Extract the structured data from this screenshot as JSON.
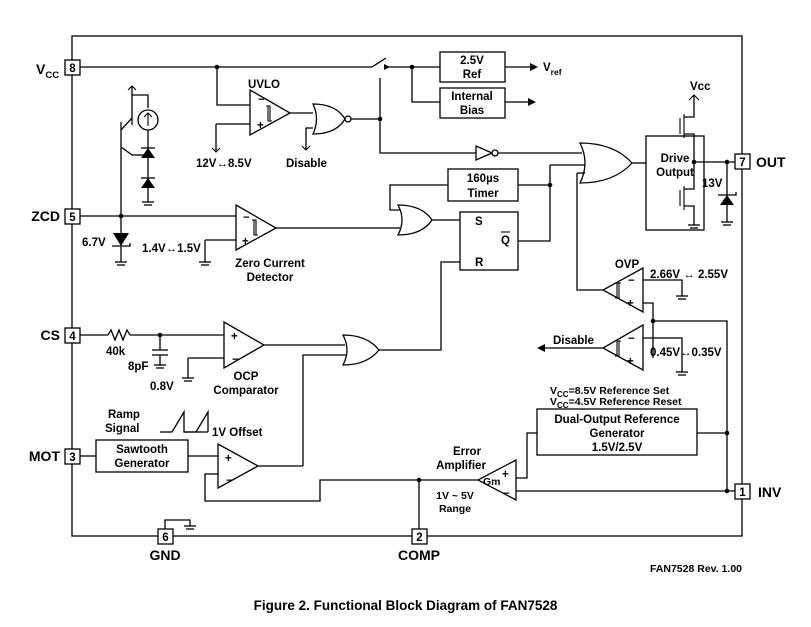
{
  "pins": {
    "vcc": {
      "name": "V",
      "sub": "CC",
      "number": "8"
    },
    "zcd": {
      "name": "ZCD",
      "number": "5"
    },
    "cs": {
      "name": "CS",
      "number": "4"
    },
    "mot": {
      "name": "MOT",
      "number": "3"
    },
    "gnd": {
      "name": "GND",
      "number": "6"
    },
    "comp": {
      "name": "COMP",
      "number": "2"
    },
    "out": {
      "name": "OUT",
      "number": "7"
    },
    "inv": {
      "name": "INV",
      "number": "1"
    }
  },
  "blocks": {
    "ref": {
      "line1": "2.5V",
      "line2": "Ref"
    },
    "vref": {
      "name": "V",
      "sub": "ref"
    },
    "bias": {
      "line1": "Internal",
      "line2": "Bias"
    },
    "timer": {
      "line1": "160µs",
      "line2": "Timer"
    },
    "drive": {
      "line1": "Drive",
      "line2": "Output"
    },
    "sawtooth": {
      "line1": "Sawtooth",
      "line2": "Generator"
    },
    "dual_ref": {
      "line1": "Dual-Output Reference",
      "line2": "Generator",
      "line3": "1.5V/2.5V"
    },
    "latch": {
      "s": "S",
      "r": "R",
      "q": "Q"
    }
  },
  "labels": {
    "uvlo": "UVLO",
    "uvlo_threshold": "12V↔8.5V",
    "disable_top": "Disable",
    "vcc_top": "Vcc",
    "zener_out": "13V",
    "zener_zcd": "6.7V",
    "zcd_threshold": "1.4V↔1.5V",
    "zcd_title_1": "Zero Current",
    "zcd_title_2": "Detector",
    "ovp": "OVP",
    "ovp_threshold": "2.66V ↔ 2.55V",
    "disable_mid": "Disable",
    "disable_threshold": "0.45V↔0.35V",
    "ref_set": "=8.5V Reference Set",
    "ref_reset": "=4.5V Reference Reset",
    "ref_set_name": "V",
    "ref_set_sub": "CC",
    "r_cs": "40k",
    "c_cs": "8pF",
    "ocp_threshold": "0.8V",
    "ocp_1": "OCP",
    "ocp_2": "Comparator",
    "ramp_1": "Ramp",
    "ramp_2": "Signal",
    "offset": "1V Offset",
    "ea_1": "Error",
    "ea_2": "Amplifier",
    "gm": "Gm",
    "range_1": "1V ~ 5V",
    "range_2": "Range",
    "revision": "FAN7528 Rev. 1.00"
  },
  "caption": "Figure 2. Functional Block Diagram of FAN7528"
}
